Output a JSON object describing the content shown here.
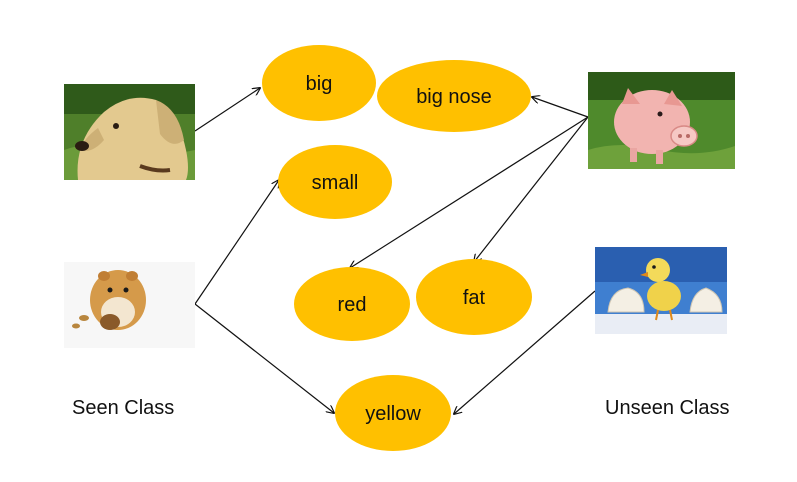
{
  "colors": {
    "attribute_fill": "#FFC000",
    "arrow": "#111111",
    "grass_dark": "#3e6e1f",
    "grass_light": "#7fb24a",
    "sky": "#3f7fd0",
    "dog_fur": "#e3c98f",
    "pig_skin": "#f2b4b0",
    "chick_yellow": "#f0d24a",
    "hamster_fur": "#d59a4a"
  },
  "diagram": {
    "attributes": [
      {
        "id": "big",
        "label": "big"
      },
      {
        "id": "big-nose",
        "label": "big nose"
      },
      {
        "id": "small",
        "label": "small"
      },
      {
        "id": "red",
        "label": "red"
      },
      {
        "id": "fat",
        "label": "fat"
      },
      {
        "id": "yellow",
        "label": "yellow"
      }
    ],
    "animals": [
      {
        "id": "dog",
        "icon": "dog-photo",
        "group": "seen"
      },
      {
        "id": "hamster",
        "icon": "hamster-photo",
        "group": "seen"
      },
      {
        "id": "pig",
        "icon": "pig-photo",
        "group": "unseen"
      },
      {
        "id": "chick",
        "icon": "chick-photo",
        "group": "unseen"
      }
    ],
    "links": [
      {
        "from": "dog",
        "to": "big"
      },
      {
        "from": "hamster",
        "to": "small"
      },
      {
        "from": "hamster",
        "to": "yellow"
      },
      {
        "from": "pig",
        "to": "big-nose"
      },
      {
        "from": "pig",
        "to": "red"
      },
      {
        "from": "pig",
        "to": "fat"
      },
      {
        "from": "chick",
        "to": "yellow"
      }
    ],
    "seen_label": "Seen Class",
    "unseen_label": "Unseen Class"
  }
}
